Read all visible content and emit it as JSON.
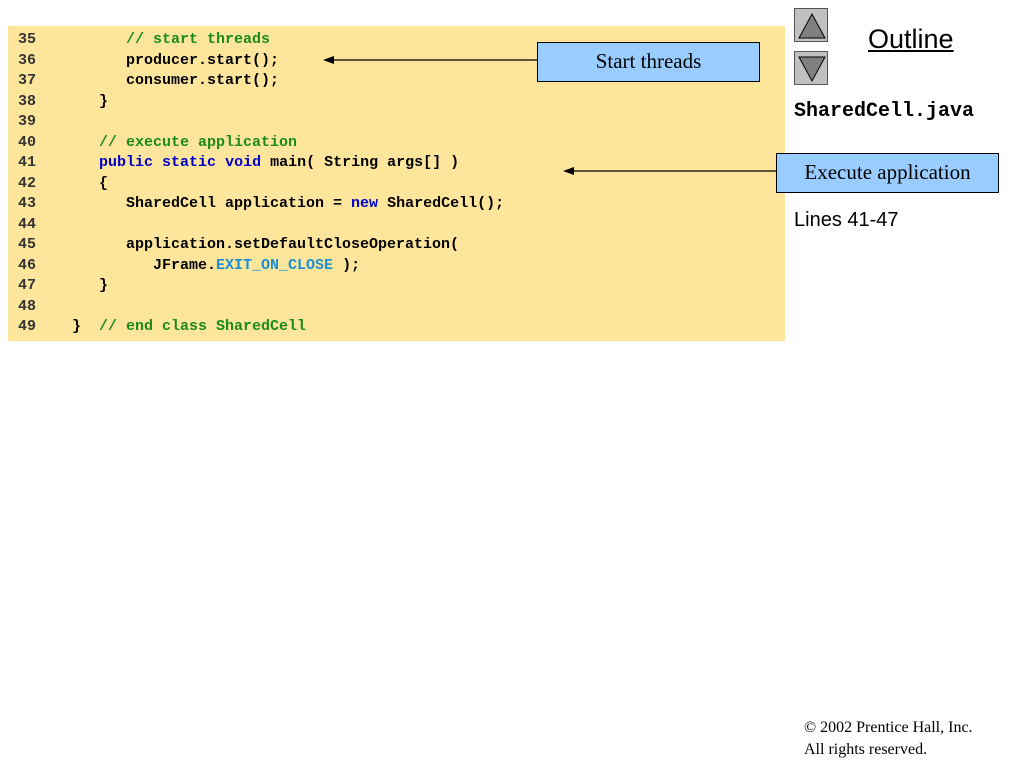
{
  "code_lines": [
    {
      "number": "35",
      "tokens": [
        {
          "text": "      ",
          "kind": "plain"
        },
        {
          "text": "// start threads",
          "kind": "comment"
        }
      ]
    },
    {
      "number": "36",
      "tokens": [
        {
          "text": "      producer.start();",
          "kind": "plain"
        }
      ]
    },
    {
      "number": "37",
      "tokens": [
        {
          "text": "      consumer.start();",
          "kind": "plain"
        }
      ]
    },
    {
      "number": "38",
      "tokens": [
        {
          "text": "   }",
          "kind": "plain"
        }
      ]
    },
    {
      "number": "39",
      "tokens": []
    },
    {
      "number": "40",
      "tokens": [
        {
          "text": "   ",
          "kind": "plain"
        },
        {
          "text": "// execute application",
          "kind": "comment"
        }
      ]
    },
    {
      "number": "41",
      "tokens": [
        {
          "text": "   ",
          "kind": "plain"
        },
        {
          "text": "public",
          "kind": "keyword"
        },
        {
          "text": " ",
          "kind": "plain"
        },
        {
          "text": "static",
          "kind": "keyword"
        },
        {
          "text": " ",
          "kind": "plain"
        },
        {
          "text": "void",
          "kind": "keyword"
        },
        {
          "text": " main( String args[] )",
          "kind": "plain"
        }
      ]
    },
    {
      "number": "42",
      "tokens": [
        {
          "text": "   {",
          "kind": "plain"
        }
      ]
    },
    {
      "number": "43",
      "tokens": [
        {
          "text": "      SharedCell application = ",
          "kind": "plain"
        },
        {
          "text": "new",
          "kind": "keyword"
        },
        {
          "text": " SharedCell();",
          "kind": "plain"
        }
      ]
    },
    {
      "number": "44",
      "tokens": []
    },
    {
      "number": "45",
      "tokens": [
        {
          "text": "      application.setDefaultCloseOperation(",
          "kind": "plain"
        }
      ]
    },
    {
      "number": "46",
      "tokens": [
        {
          "text": "         JFrame.",
          "kind": "plain"
        },
        {
          "text": "EXIT_ON_CLOSE",
          "kind": "constant"
        },
        {
          "text": " );",
          "kind": "plain"
        }
      ]
    },
    {
      "number": "47",
      "tokens": [
        {
          "text": "   }",
          "kind": "plain"
        }
      ]
    },
    {
      "number": "48",
      "tokens": []
    },
    {
      "number": "49",
      "tokens": [
        {
          "text": "}  ",
          "kind": "plain"
        },
        {
          "text": "// end class SharedCell",
          "kind": "comment"
        }
      ]
    }
  ],
  "callouts": {
    "start_threads": "Start threads",
    "execute_application": "Execute application"
  },
  "sidebar": {
    "outline_title": "Outline",
    "file_name": "SharedCell.java",
    "lines_range": "Lines 41-47",
    "prev_icon": "triangle-up-icon",
    "next_icon": "triangle-down-icon"
  },
  "footer": {
    "copyright_symbol": "©",
    "copyright_text": " 2002 Prentice Hall, Inc.",
    "rights": "All rights reserved."
  },
  "colors": {
    "code_background": "#fde69c",
    "comment": "#1a8a1a",
    "keyword": "#0000cc",
    "constant": "#1a8fd6",
    "callout_fill": "#99ccff",
    "nav_button": "#c0c0c0"
  }
}
